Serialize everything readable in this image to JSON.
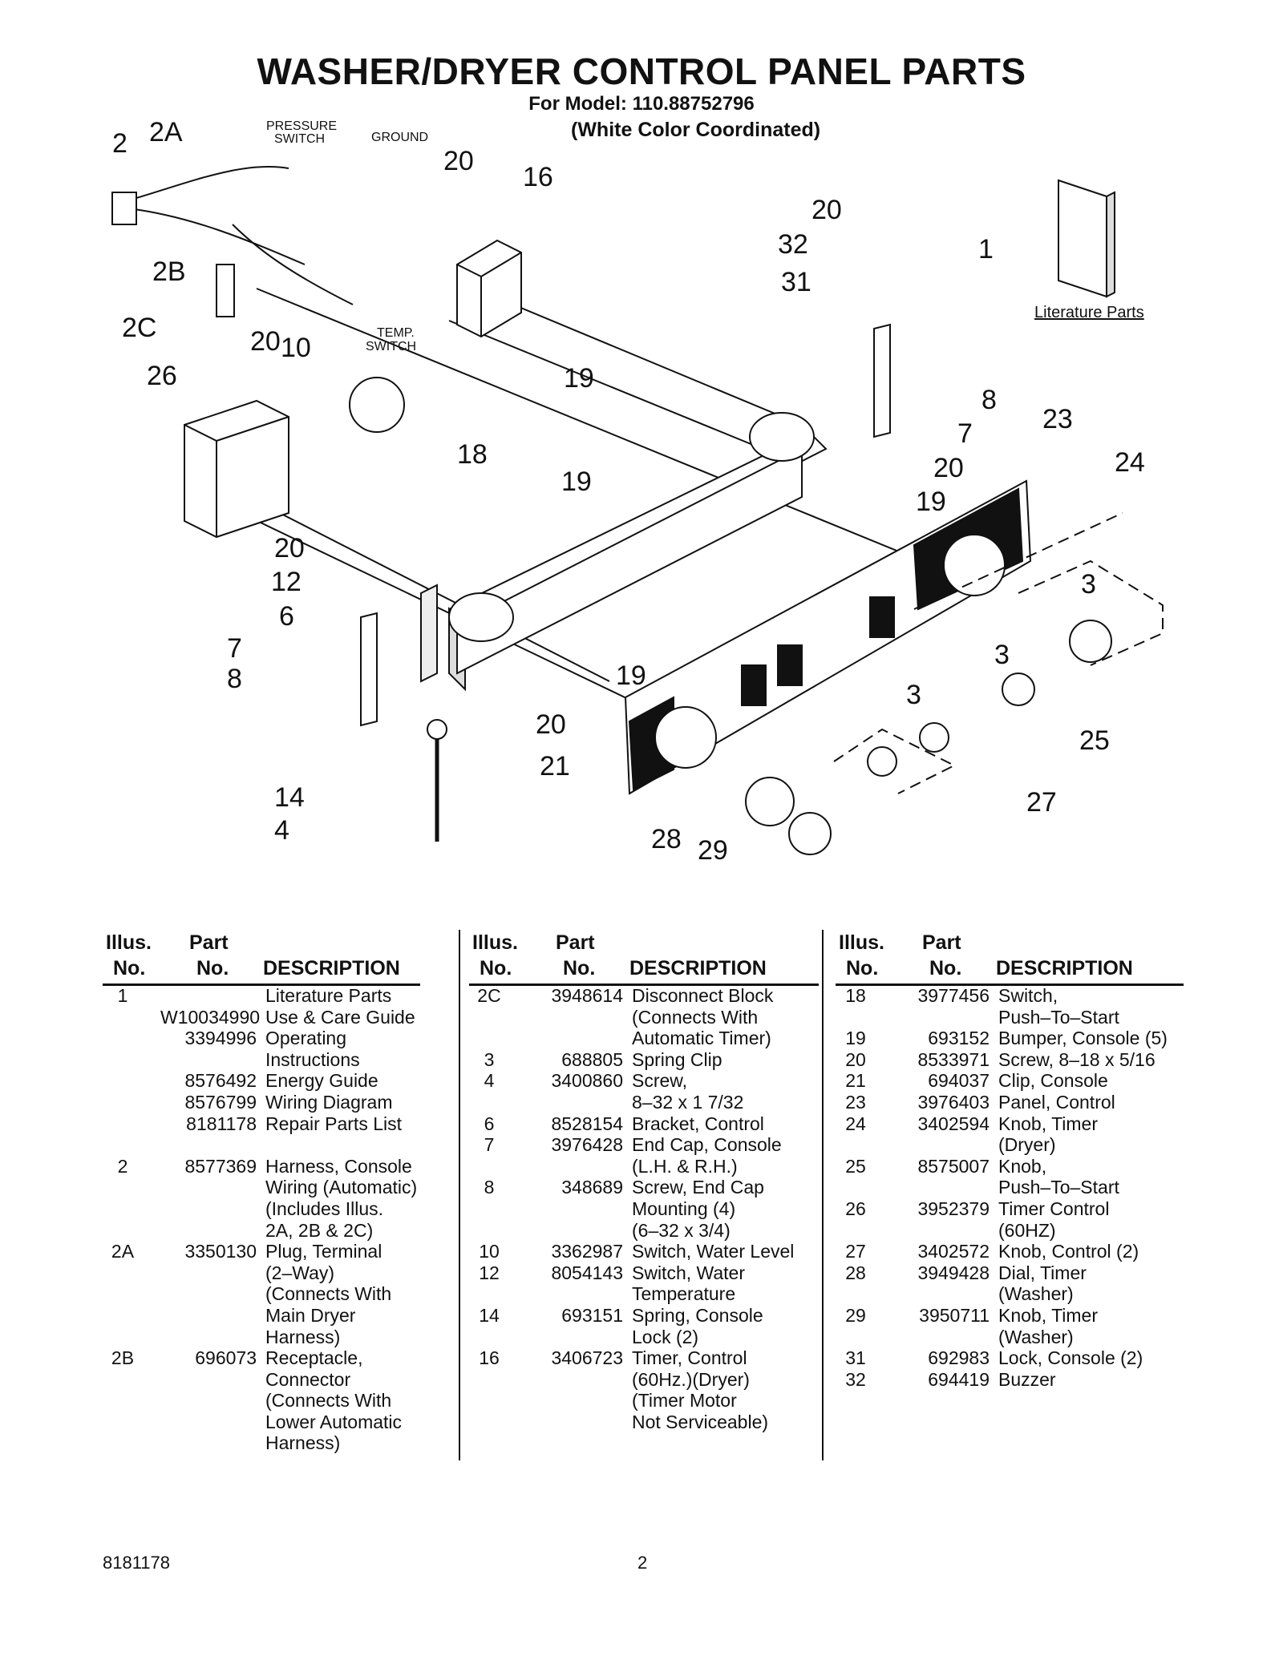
{
  "header": {
    "title": "WASHER/DRYER CONTROL PANEL PARTS",
    "model": "For Model: 110.88752796",
    "color_note": "(White Color Coordinated)"
  },
  "diagram": {
    "labels": {
      "pressure_switch_1": "PRESSURE",
      "pressure_switch_2": "SWITCH",
      "ground": "GROUND",
      "temp_switch_1": "TEMP.",
      "temp_switch_2": "SWITCH",
      "literature": "Literature Parts"
    },
    "callouts": [
      "2",
      "2A",
      "20",
      "16",
      "2B",
      "2C",
      "20",
      "10",
      "26",
      "19",
      "18",
      "19",
      "20",
      "12",
      "6",
      "7",
      "8",
      "20",
      "32",
      "31",
      "1",
      "8",
      "7",
      "23",
      "24",
      "20",
      "19",
      "3",
      "3",
      "3",
      "19",
      "20",
      "21",
      "25",
      "27",
      "14",
      "4",
      "28",
      "29"
    ]
  },
  "table": {
    "headers": {
      "illus_1": "Illus.",
      "illus_2": "No.",
      "part_1": "Part",
      "part_2": "No.",
      "desc": "DESCRIPTION"
    },
    "columns": [
      [
        {
          "illus": "1",
          "part": "",
          "desc": "Literature Parts"
        },
        {
          "illus": "",
          "part": "W10034990",
          "desc": "Use & Care Guide"
        },
        {
          "illus": "",
          "part": "3394996",
          "desc": "Operating"
        },
        {
          "illus": "",
          "part": "",
          "desc": "Instructions"
        },
        {
          "illus": "",
          "part": "8576492",
          "desc": "Energy Guide"
        },
        {
          "illus": "",
          "part": "8576799",
          "desc": "Wiring Diagram"
        },
        {
          "illus": "",
          "part": "8181178",
          "desc": "Repair Parts List"
        },
        {
          "illus": "",
          "part": "",
          "desc": ""
        },
        {
          "illus": "2",
          "part": "8577369",
          "desc": "Harness, Console"
        },
        {
          "illus": "",
          "part": "",
          "desc": "Wiring (Automatic)"
        },
        {
          "illus": "",
          "part": "",
          "desc": "(Includes Illus."
        },
        {
          "illus": "",
          "part": "",
          "desc": "2A, 2B & 2C)"
        },
        {
          "illus": "2A",
          "part": "3350130",
          "desc": "Plug, Terminal"
        },
        {
          "illus": "",
          "part": "",
          "desc": "(2–Way)"
        },
        {
          "illus": "",
          "part": "",
          "desc": "(Connects With"
        },
        {
          "illus": "",
          "part": "",
          "desc": "Main Dryer"
        },
        {
          "illus": "",
          "part": "",
          "desc": "Harness)"
        },
        {
          "illus": "2B",
          "part": "696073",
          "desc": "Receptacle,"
        },
        {
          "illus": "",
          "part": "",
          "desc": "Connector"
        },
        {
          "illus": "",
          "part": "",
          "desc": "(Connects With"
        },
        {
          "illus": "",
          "part": "",
          "desc": "Lower Automatic"
        },
        {
          "illus": "",
          "part": "",
          "desc": "Harness)"
        }
      ],
      [
        {
          "illus": "2C",
          "part": "3948614",
          "desc": "Disconnect Block"
        },
        {
          "illus": "",
          "part": "",
          "desc": "(Connects With"
        },
        {
          "illus": "",
          "part": "",
          "desc": "Automatic Timer)"
        },
        {
          "illus": "3",
          "part": "688805",
          "desc": "Spring Clip"
        },
        {
          "illus": "4",
          "part": "3400860",
          "desc": "Screw,"
        },
        {
          "illus": "",
          "part": "",
          "desc": "8–32 x 1 7/32"
        },
        {
          "illus": "6",
          "part": "8528154",
          "desc": "Bracket, Control"
        },
        {
          "illus": "7",
          "part": "3976428",
          "desc": "End Cap, Console"
        },
        {
          "illus": "",
          "part": "",
          "desc": "(L.H. & R.H.)"
        },
        {
          "illus": "8",
          "part": "348689",
          "desc": "Screw, End Cap"
        },
        {
          "illus": "",
          "part": "",
          "desc": "Mounting (4)"
        },
        {
          "illus": "",
          "part": "",
          "desc": "(6–32 x 3/4)"
        },
        {
          "illus": "10",
          "part": "3362987",
          "desc": "Switch, Water Level"
        },
        {
          "illus": "12",
          "part": "8054143",
          "desc": "Switch, Water"
        },
        {
          "illus": "",
          "part": "",
          "desc": "Temperature"
        },
        {
          "illus": "14",
          "part": "693151",
          "desc": "Spring, Console"
        },
        {
          "illus": "",
          "part": "",
          "desc": "Lock (2)"
        },
        {
          "illus": "16",
          "part": "3406723",
          "desc": "Timer, Control"
        },
        {
          "illus": "",
          "part": "",
          "desc": "(60Hz.)(Dryer)"
        },
        {
          "illus": "",
          "part": "",
          "desc": "(Timer Motor"
        },
        {
          "illus": "",
          "part": "",
          "desc": "Not Serviceable)"
        }
      ],
      [
        {
          "illus": "18",
          "part": "3977456",
          "desc": "Switch,"
        },
        {
          "illus": "",
          "part": "",
          "desc": "Push–To–Start"
        },
        {
          "illus": "19",
          "part": "693152",
          "desc": "Bumper, Console (5)"
        },
        {
          "illus": "20",
          "part": "8533971",
          "desc": "Screw, 8–18 x 5/16"
        },
        {
          "illus": "21",
          "part": "694037",
          "desc": "Clip, Console"
        },
        {
          "illus": "23",
          "part": "3976403",
          "desc": "Panel, Control"
        },
        {
          "illus": "24",
          "part": "3402594",
          "desc": "Knob, Timer"
        },
        {
          "illus": "",
          "part": "",
          "desc": "(Dryer)"
        },
        {
          "illus": "25",
          "part": "8575007",
          "desc": "Knob,"
        },
        {
          "illus": "",
          "part": "",
          "desc": "Push–To–Start"
        },
        {
          "illus": "26",
          "part": "3952379",
          "desc": "Timer Control"
        },
        {
          "illus": "",
          "part": "",
          "desc": "(60HZ)"
        },
        {
          "illus": "27",
          "part": "3402572",
          "desc": "Knob, Control (2)"
        },
        {
          "illus": "28",
          "part": "3949428",
          "desc": "Dial, Timer"
        },
        {
          "illus": "",
          "part": "",
          "desc": "(Washer)"
        },
        {
          "illus": "29",
          "part": "3950711",
          "desc": "Knob, Timer"
        },
        {
          "illus": "",
          "part": "",
          "desc": "(Washer)"
        },
        {
          "illus": "31",
          "part": "692983",
          "desc": "Lock, Console (2)"
        },
        {
          "illus": "32",
          "part": "694419",
          "desc": "Buzzer"
        }
      ]
    ]
  },
  "footer": {
    "doc_number": "8181178",
    "page_number": "2"
  }
}
